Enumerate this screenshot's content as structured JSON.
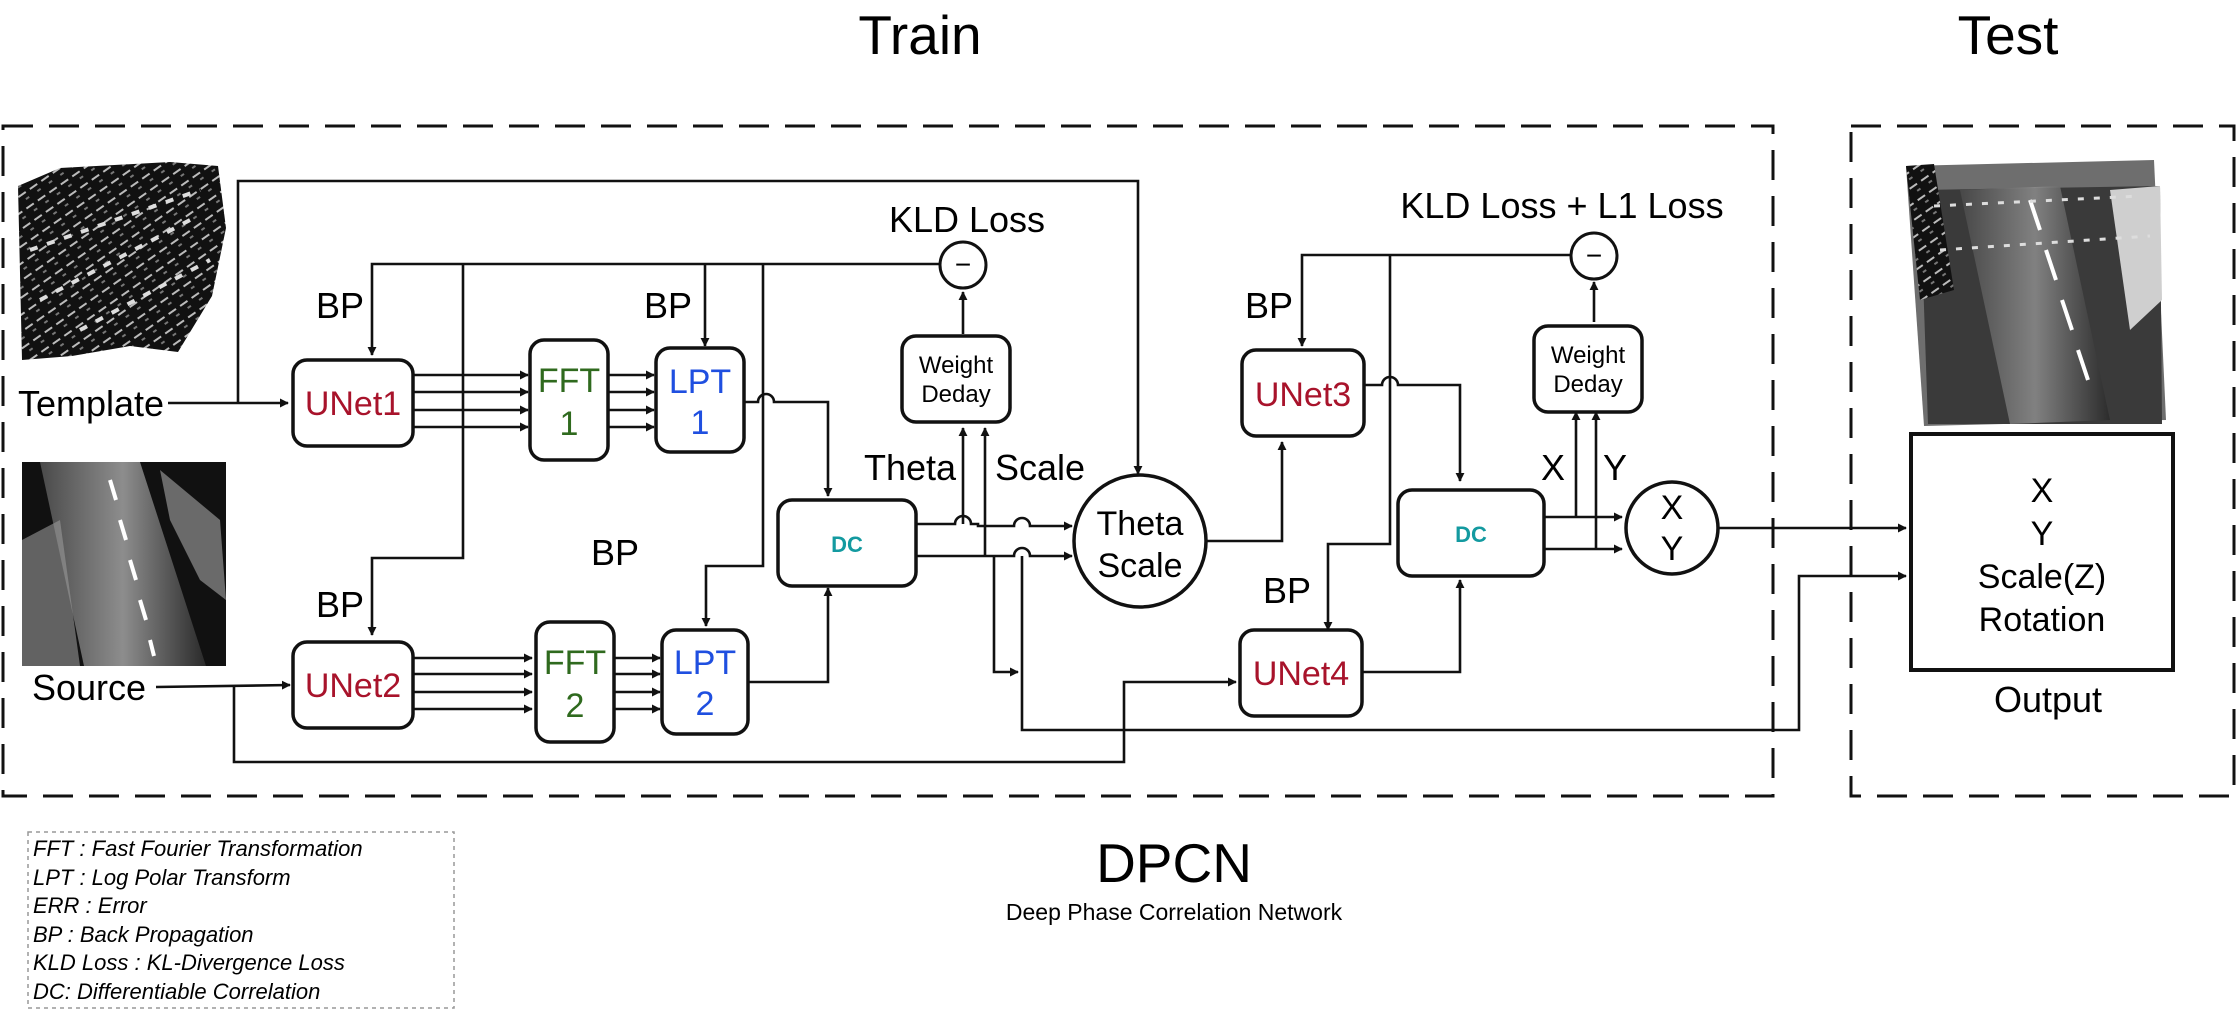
{
  "headers": {
    "train": "Train",
    "test": "Test"
  },
  "inputs": {
    "template": "Template",
    "source": "Source"
  },
  "blocks": {
    "unet1": "UNet1",
    "unet2": "UNet2",
    "unet3": "UNet3",
    "unet4": "UNet4",
    "fft1": [
      "FFT",
      "1"
    ],
    "fft2": [
      "FFT",
      "2"
    ],
    "lpt1": [
      "LPT",
      "1"
    ],
    "lpt2": [
      "LPT",
      "2"
    ],
    "dc": "DC",
    "weight_decay": [
      "Weight",
      "Deday"
    ],
    "theta_scale": [
      "Theta",
      "Scale"
    ],
    "xy": [
      "X",
      "Y"
    ]
  },
  "labels": {
    "bp": "BP",
    "kld_loss": "KLD Loss",
    "kld_l1_loss": "KLD Loss + L1 Loss",
    "theta": "Theta",
    "scale": "Scale",
    "x": "X",
    "y": "Y",
    "minus": "−"
  },
  "output": {
    "lines": [
      "X",
      "Y",
      "Scale(Z)",
      "Rotation"
    ],
    "caption": "Output"
  },
  "footer": {
    "title": "DPCN",
    "subtitle": "Deep Phase Correlation Network"
  },
  "legend": [
    "FFT : Fast Fourier Transformation",
    "LPT : Log Polar Transform",
    "ERR : Error",
    "BP : Back Propagation",
    "KLD Loss : KL-Divergence Loss",
    "DC: Differentiable Correlation"
  ],
  "colors": {
    "unet": "#a8132b",
    "fft": "#2f6a1e",
    "lpt": "#1f4fe0",
    "dc": "#139aa0"
  }
}
